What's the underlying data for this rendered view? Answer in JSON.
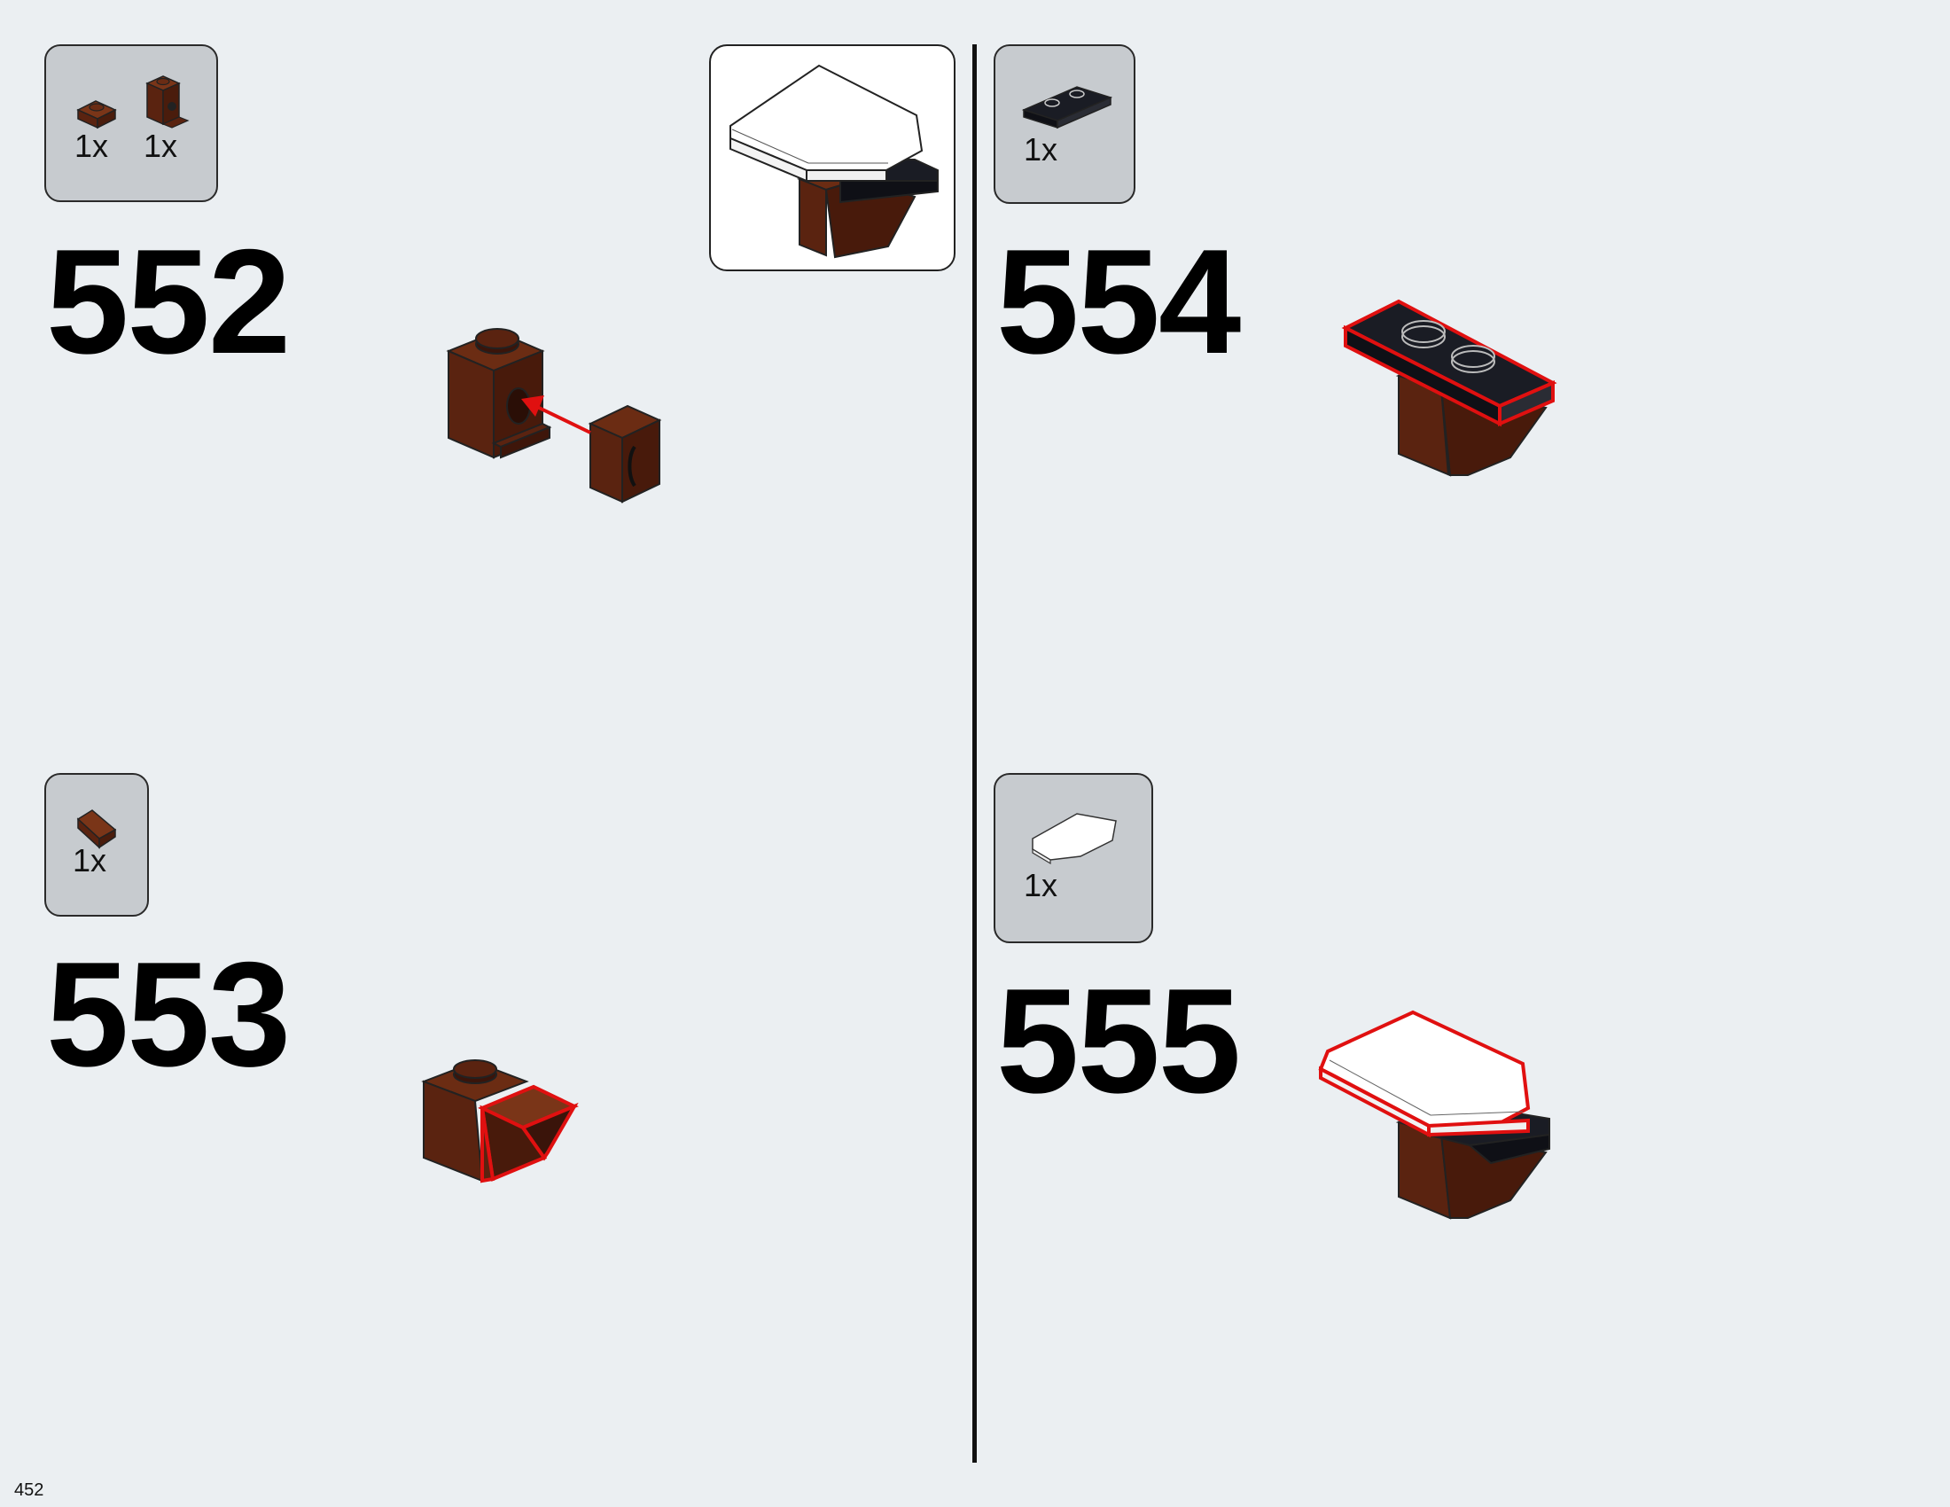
{
  "page_number": "452",
  "steps": [
    {
      "number": "552",
      "parts": [
        {
          "name": "brown-plate-1x1",
          "qty": "1x"
        },
        {
          "name": "brown-bracket-brick-1x1",
          "qty": "1x"
        }
      ]
    },
    {
      "number": "553",
      "parts": [
        {
          "name": "brown-slope-1x1",
          "qty": "1x"
        }
      ]
    },
    {
      "number": "554",
      "parts": [
        {
          "name": "black-plate-1x2",
          "qty": "1x"
        }
      ]
    },
    {
      "number": "555",
      "parts": [
        {
          "name": "white-wedge-tile",
          "qty": "1x"
        }
      ]
    }
  ],
  "colors": {
    "background": "#ebeff2",
    "parts_box": "#c7cbcf",
    "brown": "#5a2310",
    "black": "#1a1c24",
    "white": "#ffffff",
    "highlight": "#e01010"
  }
}
